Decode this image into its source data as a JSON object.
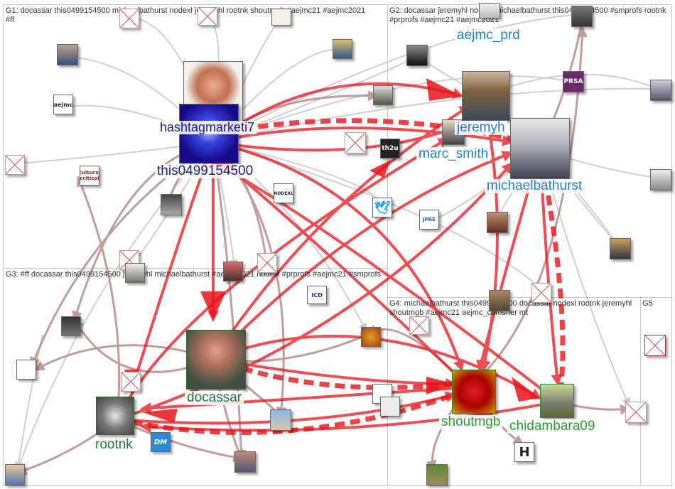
{
  "groups": [
    {
      "id": "G1",
      "title": "G1: docassar this0499154500 michaelbathurst nodexl jeremyhl rootnk shoutmgb #aejmc21 #aejmc2021 #ff"
    },
    {
      "id": "G2",
      "title": "G2: docassar jeremyhl nodexl michaelbathurst this0499154500 #smprofs rootnk #prprofs #aejmc21 #aejmc2021"
    },
    {
      "id": "G3",
      "title": "G3: #ff docassar this0499154500 jeremyhl michaelbathurst #aejmc2021 nodexl #prprofs #aejmc21 #smprofs"
    },
    {
      "id": "G4",
      "title": "G4: michaelbathurst this0499154500 docassar nodexl rootnk jeremyhl shoutmgb #aejmc21 aejmc_comsher mt"
    },
    {
      "id": "G5",
      "title": "G5"
    }
  ],
  "nodes": [
    {
      "id": "this0499154500",
      "label": "this0499154500",
      "image": "face-in-blue-light-photo",
      "color": "#1a1a7a"
    },
    {
      "id": "hashtagmarketi7",
      "label": "hashtagmarketi7",
      "image": "woman-portrait-photo",
      "color": "#1a1a7a"
    },
    {
      "id": "aejmc_prd",
      "label": "aejmc_prd",
      "image": "",
      "color": "#1f7fd0"
    },
    {
      "id": "jeremyhl",
      "label": "jeremyh",
      "image": "man-in-suit-photo",
      "color": "#1f7fd0"
    },
    {
      "id": "marc_smith",
      "label": "marc_smith",
      "image": "man-photo",
      "color": "#1f7fd0"
    },
    {
      "id": "michaelbathurst",
      "label": "michaelbathurst",
      "image": "man-standing-photo",
      "color": "#1f7fd0"
    },
    {
      "id": "docassar",
      "label": "docassar",
      "image": "man-on-phone-photo",
      "color": "#1e7a3a"
    },
    {
      "id": "rootnk",
      "label": "rootnk",
      "image": "cat-photo",
      "color": "#1e7a3a"
    },
    {
      "id": "shoutmgb",
      "label": "shoutmgb",
      "image": "shoutmgb-logo",
      "color": "#27a02a"
    },
    {
      "id": "chidambara09",
      "label": "chidambara09",
      "image": "elephant-photo",
      "color": "#27a02a"
    }
  ],
  "small_nodes": [
    {
      "id": "n-aejmc",
      "image": "aejmc-logo",
      "text": "aejmc"
    },
    {
      "id": "n-cultural-critical",
      "image": "cultural-critical-logo",
      "text": "cultural critical"
    },
    {
      "id": "n-nodexl",
      "image": "nodexl-logo",
      "text": "NODEXL"
    },
    {
      "id": "n-th2u",
      "image": "th2u-logo",
      "text": "th2u"
    },
    {
      "id": "n-twitter",
      "image": "twitter-bird-icon",
      "text": ""
    },
    {
      "id": "n-jpre",
      "image": "jpre-logo",
      "text": "JPRE"
    },
    {
      "id": "n-prsa",
      "image": "prsa-logo",
      "text": "PRSA"
    },
    {
      "id": "n-icd",
      "image": "icd-logo",
      "text": "ICD"
    },
    {
      "id": "n-dm",
      "image": "dm-logo",
      "text": "DM"
    },
    {
      "id": "n-h",
      "image": "h-logo",
      "text": "H"
    },
    {
      "id": "n-missing",
      "image": "missing-image-icon",
      "text": ""
    },
    {
      "id": "n-avatar",
      "image": "user-avatar-photo",
      "text": ""
    }
  ],
  "colors": {
    "strong_edge": "#e8141a",
    "weak_edge": "#b07a7a",
    "light_edge": "#c8c8c8",
    "panel_border": "#c8c8c8"
  }
}
